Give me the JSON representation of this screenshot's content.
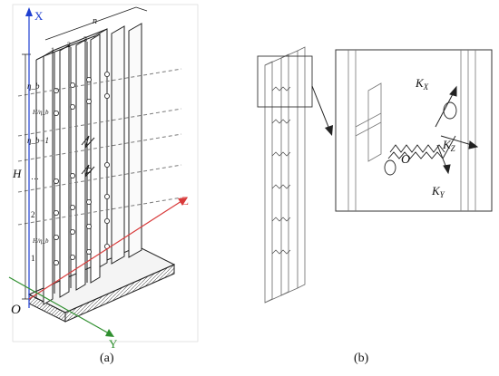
{
  "panel_a": {
    "caption": "(a)",
    "axes": {
      "x": "X",
      "y": "Y",
      "z": "Z",
      "origin": "O"
    },
    "height_label": "H",
    "n_label": "n",
    "column_numbers": [
      "1",
      "2",
      "3"
    ],
    "row_labels": [
      "η_b",
      "η_b−1",
      "…",
      "2",
      "1"
    ],
    "spacing_label": "H/η_b",
    "colors": {
      "x_axis": "#1f3fd1",
      "y_axis": "#2f8f2f",
      "z_axis": "#d83a3a",
      "structure": "#222222",
      "dash": "#7a7a7a"
    }
  },
  "panel_b": {
    "caption": "(b)",
    "labels": {
      "kx": "K",
      "kx_sub": "X",
      "ky": "K",
      "ky_sub": "Y",
      "kz": "K",
      "kz_sub": "Z",
      "origin": "O"
    }
  }
}
